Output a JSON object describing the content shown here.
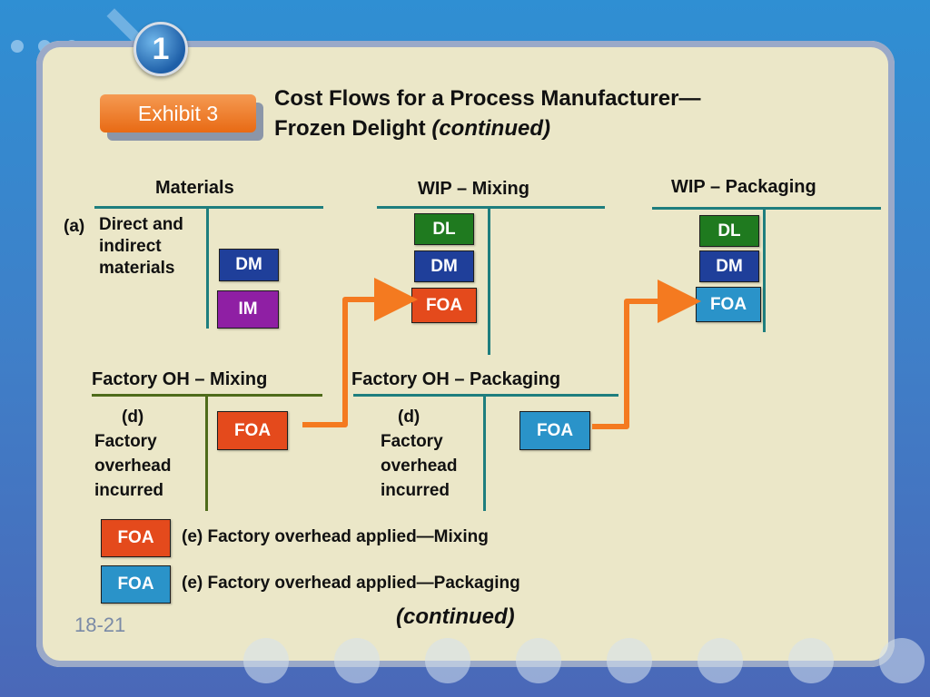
{
  "slide_number": "1",
  "exhibit_label": "Exhibit 3",
  "title": {
    "line1": "Cost Flows for a Process Manufacturer—",
    "line2": "Frozen Delight",
    "line2_italic": "(continued)"
  },
  "accounts": {
    "materials": {
      "title": "Materials",
      "entry_marker": "(a)",
      "entry_text": [
        "Direct and",
        "indirect",
        "materials"
      ],
      "boxes": [
        "DM",
        "IM"
      ]
    },
    "wip_mixing": {
      "title": "WIP – Mixing",
      "boxes": [
        "DL",
        "DM",
        "FOA"
      ]
    },
    "wip_packaging": {
      "title": "WIP – Packaging",
      "boxes": [
        "DL",
        "DM",
        "FOA"
      ]
    },
    "foh_mixing": {
      "title": "Factory OH – Mixing",
      "entry_marker": "(d)",
      "entry_text": [
        "Factory",
        "overhead",
        "incurred"
      ],
      "box": "FOA"
    },
    "foh_packaging": {
      "title": "Factory OH – Packaging",
      "entry_marker": "(d)",
      "entry_text": [
        "Factory",
        "overhead",
        "incurred"
      ],
      "box": "FOA"
    }
  },
  "legend": [
    {
      "box": "FOA",
      "text": "(e) Factory overhead applied—Mixing",
      "color": "#e44a1c"
    },
    {
      "box": "FOA",
      "text": "(e) Factory overhead applied—Packaging",
      "color": "#2a93c9"
    }
  ],
  "footer": {
    "page": "18-21",
    "continued": "(continued)"
  },
  "colors": {
    "arrow": "#f47a20",
    "dl": "#1f7a1f",
    "dm": "#1f3f9a",
    "im": "#8f1fa4"
  }
}
